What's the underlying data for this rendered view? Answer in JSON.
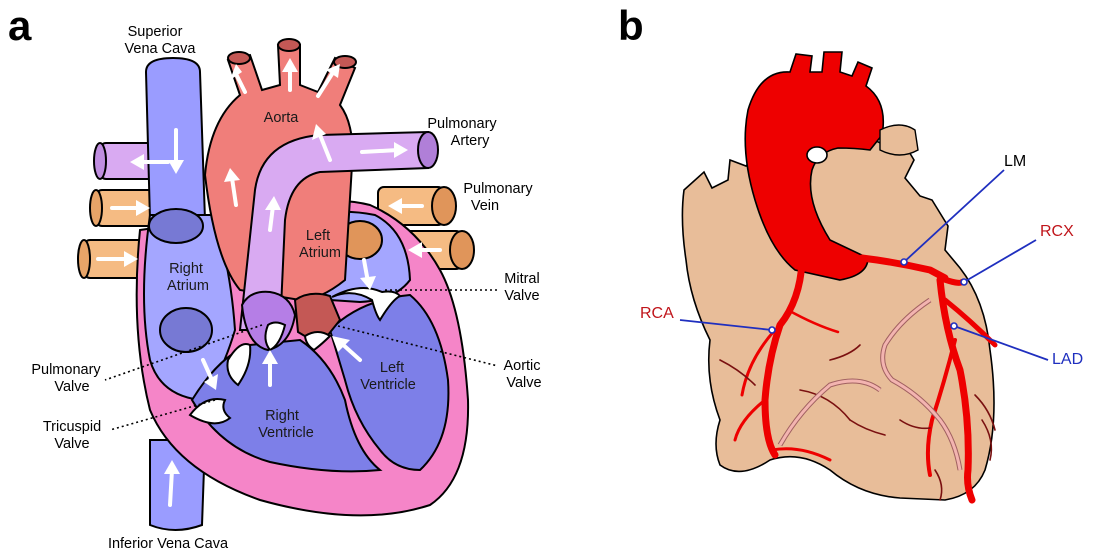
{
  "panels": {
    "a": {
      "letter": "a",
      "labels": {
        "svc": [
          "Superior",
          "Vena Cava"
        ],
        "aorta": "Aorta",
        "pulm_artery": [
          "Pulmonary",
          "Artery"
        ],
        "pulm_vein": [
          "Pulmonary",
          "Vein"
        ],
        "left_atrium": [
          "Left",
          "Atrium"
        ],
        "right_atrium": [
          "Right",
          "Atrium"
        ],
        "mitral": [
          "Mitral",
          "Valve"
        ],
        "aortic": [
          "Aortic",
          "Valve"
        ],
        "left_ventricle": [
          "Left",
          "Ventricle"
        ],
        "right_ventricle": [
          "Right",
          "Ventricle"
        ],
        "pulm_valve": [
          "Pulmonary",
          "Valve"
        ],
        "tricuspid": [
          "Tricuspid",
          "Valve"
        ],
        "ivc": "Inferior Vena Cava"
      }
    },
    "b": {
      "letter": "b",
      "labels": {
        "lm": "LM",
        "rcx": "RCX",
        "rca": "RCA",
        "lad": "LAD"
      }
    }
  },
  "colors": {
    "deoxygenated": "#9a9cff",
    "deoxy_dark": "#7d7fe8",
    "oxygenated": "#f07e7a",
    "pulmonary_artery": "#d9aaf2",
    "pulmonary_vein": "#f5bb83",
    "myocardium": "#f585c8",
    "coronary": "#ee0000",
    "heart_tissue": "#e8bd99",
    "leader_blue": "#1f2fbf",
    "label_red": "#c0151b"
  }
}
